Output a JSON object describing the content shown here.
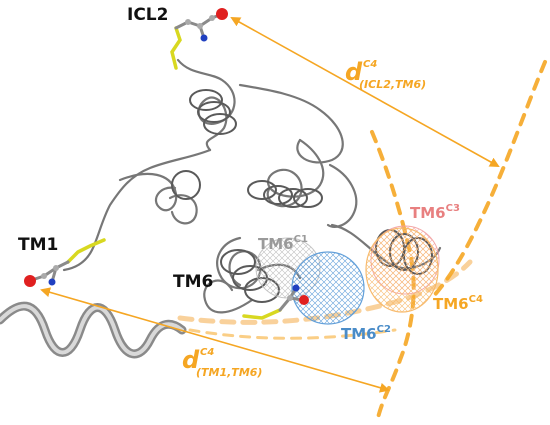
{
  "labels": {
    "icl2": "ICL2",
    "tm1": "TM1",
    "tm6": "TM6"
  },
  "distances": {
    "icl2_tm6": {
      "symbol": "d",
      "superscript": "C4",
      "subscript": "(ICL2,TM6)"
    },
    "tm1_tm6": {
      "symbol": "d",
      "superscript": "C4",
      "subscript": "(TM1,TM6)"
    }
  },
  "states": {
    "c1": {
      "base": "TM6",
      "sup": "C1",
      "color": "#9a9a9a"
    },
    "c2": {
      "base": "TM6",
      "sup": "C2",
      "color": "#4a8cc8"
    },
    "c3": {
      "base": "TM6",
      "sup": "C3",
      "color": "#e88080"
    },
    "c4": {
      "base": "TM6",
      "sup": "C4",
      "color": "#f5a623"
    }
  },
  "colors": {
    "accent_orange": "#f5a623",
    "helix_gray": "#6e6e6e",
    "linker_yellow": "#d8d820",
    "oxygen_red": "#e02020",
    "nitrogen_blue": "#2040c0"
  }
}
